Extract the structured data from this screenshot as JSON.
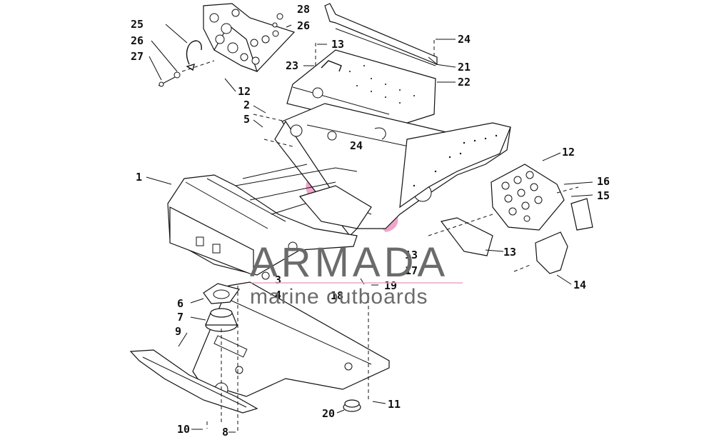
{
  "watermark": {
    "title": "ARMADA",
    "subtitle": "marine outboards",
    "logo_color": "#e9a7c8",
    "text_color": "#6b6b6b"
  },
  "callouts": {
    "c1": "1",
    "c2": "2",
    "c3": "3",
    "c4": "4",
    "c5": "5",
    "c6": "6",
    "c7": "7",
    "c8": "8",
    "c9": "9",
    "c10": "10",
    "c11": "11",
    "c12a": "12",
    "c12b": "12",
    "c13a": "13",
    "c13b": "13",
    "c13c": "13",
    "c14": "14",
    "c15": "15",
    "c16": "16",
    "c17": "17",
    "c18": "18",
    "c19": "19",
    "c20": "20",
    "c21": "21",
    "c22": "22",
    "c23": "23",
    "c24a": "24",
    "c24b": "24",
    "c25": "25",
    "c26a": "26",
    "c26b": "26",
    "c27": "27",
    "c28": "28"
  }
}
